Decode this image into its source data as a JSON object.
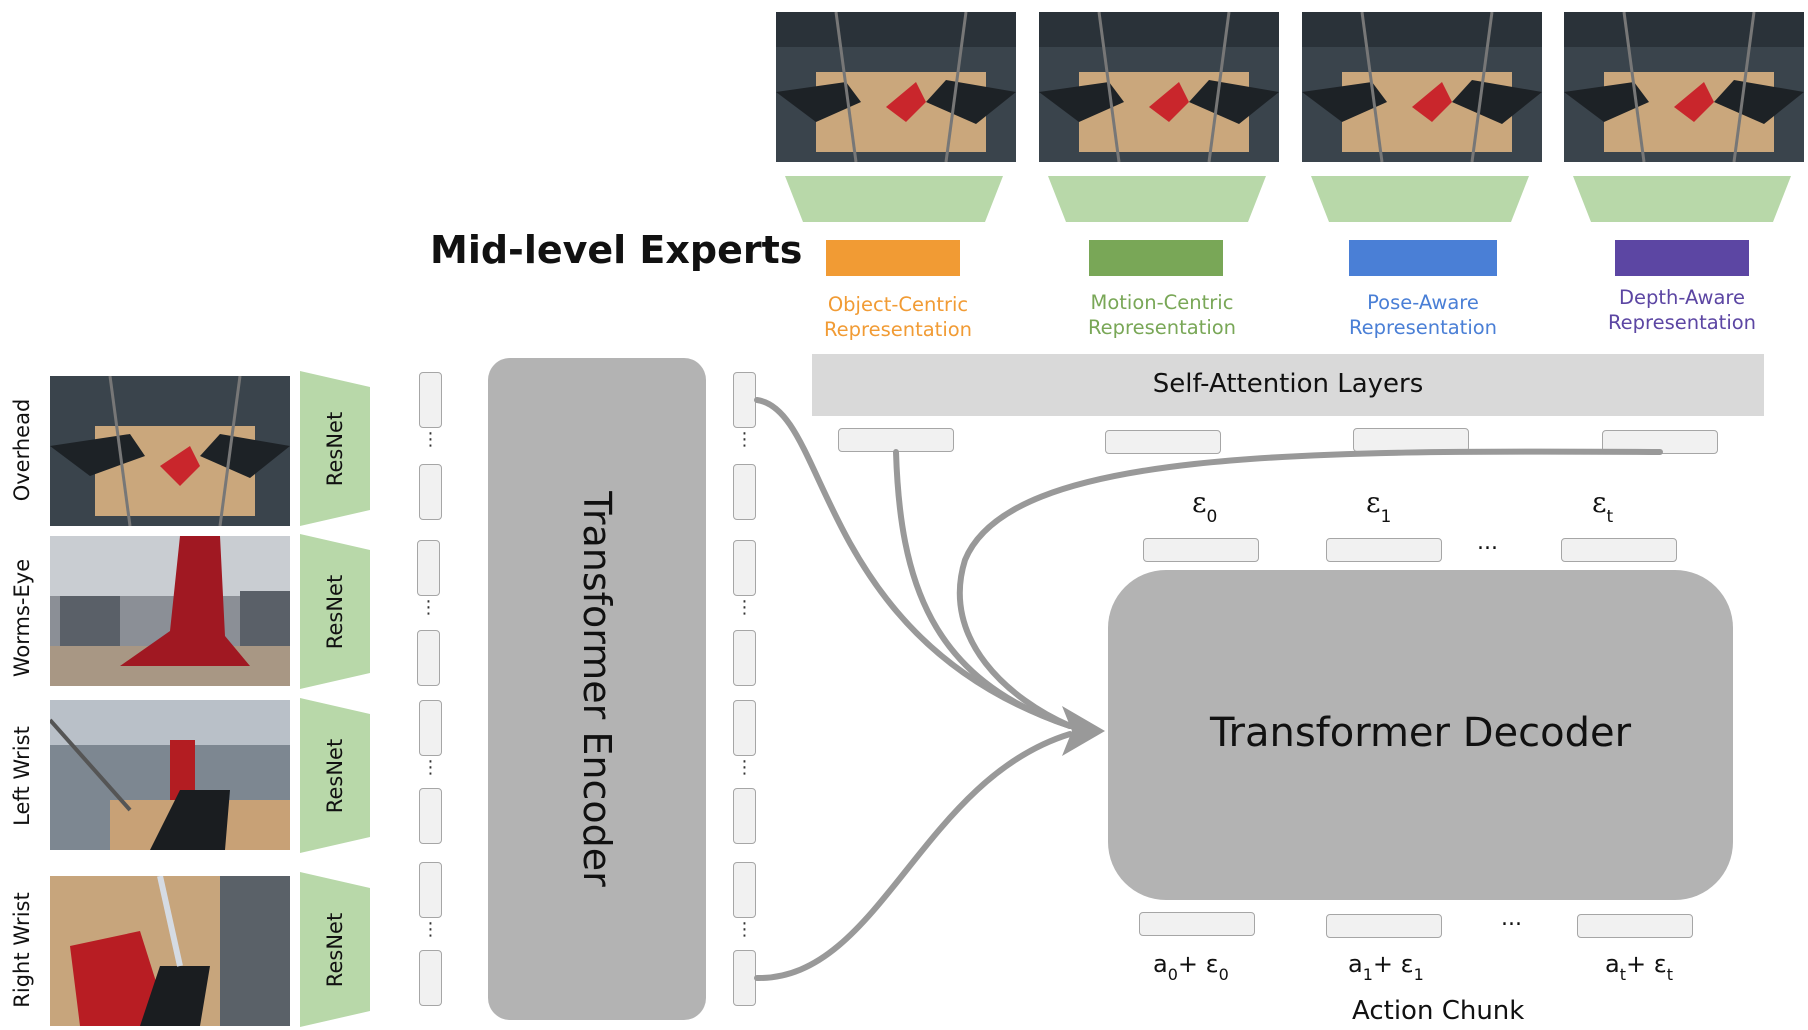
{
  "title": "Mid-level Experts",
  "cameras": [
    {
      "label": "Overhead"
    },
    {
      "label": "Worms-Eye"
    },
    {
      "label": "Left Wrist"
    },
    {
      "label": "Right Wrist"
    }
  ],
  "backbone_label": "ResNet",
  "encoder_label": "Transformer Encoder",
  "decoder_label": "Transformer Decoder",
  "self_attention_label": "Self-Attention Layers",
  "experts": [
    {
      "line1": "Object-Centric",
      "line2": "Representation",
      "color": "#f19b34"
    },
    {
      "line1": "Motion-Centric",
      "line2": "Representation",
      "color": "#79a757"
    },
    {
      "line1": "Pose-Aware",
      "line2": "Representation",
      "color": "#4a7fd6"
    },
    {
      "line1": "Depth-Aware",
      "line2": "Representation",
      "color": "#5c46a3"
    }
  ],
  "noise_tokens": [
    {
      "symbol": "ε",
      "sub": "0"
    },
    {
      "symbol": "ε",
      "sub": "1"
    },
    {
      "symbol": "ε",
      "sub": "t"
    }
  ],
  "actions": [
    {
      "a": "a",
      "a_sub": "0",
      "plus": "+ ",
      "e": "ε",
      "e_sub": "0"
    },
    {
      "a": "a",
      "a_sub": "1",
      "plus": "+ ",
      "e": "ε",
      "e_sub": "1"
    },
    {
      "a": "a",
      "a_sub": "t",
      "plus": "+ ",
      "e": "ε",
      "e_sub": "t"
    }
  ],
  "ellipsis": "...",
  "vertical_ellipsis": "⋮",
  "action_chunk_label": "Action Chunk",
  "colors": {
    "trapezoid_green": "#b8d8a9",
    "block_gray": "#b3b3b3",
    "arrow_gray": "#999999",
    "token_fill": "#f1f1f1"
  }
}
